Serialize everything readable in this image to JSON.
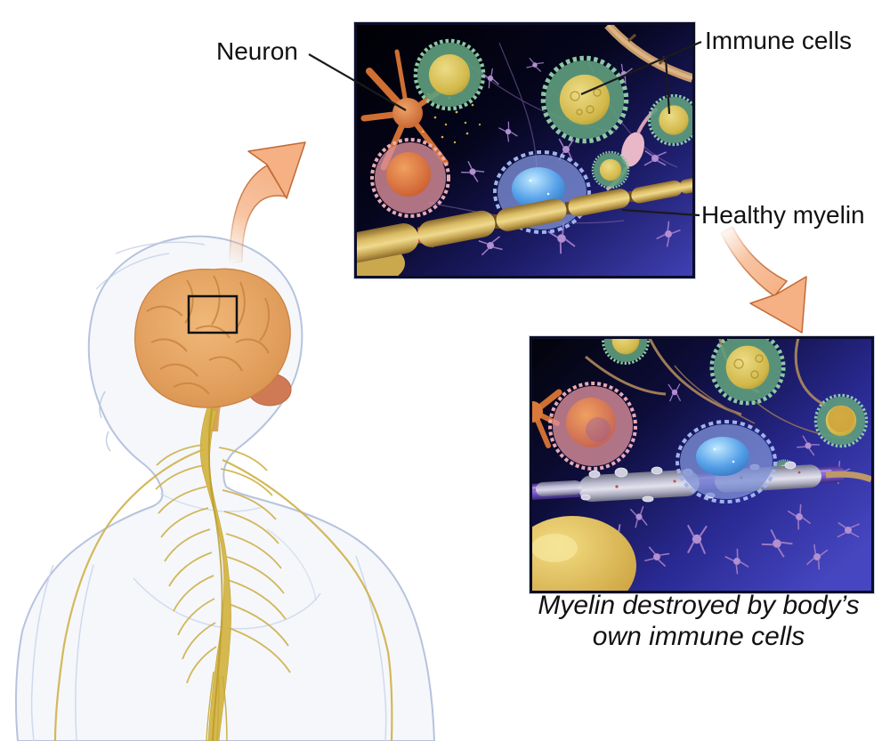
{
  "labels": {
    "neuron": "Neuron",
    "immune_cells": "Immune cells",
    "healthy_myelin": "Healthy myelin",
    "caption_line1": "Myelin destroyed by body’s",
    "caption_line2": "own immune cells"
  },
  "icons": {
    "arrow_to_healthy_panel": "curved-arrow",
    "arrow_to_damaged_panel": "curved-arrow",
    "brain_inset_marker": "rectangle-outline"
  },
  "colors": {
    "background": "#ffffff",
    "label_text": "#111111",
    "leader_line": "#1a1a1a",
    "arrow_fill": "#f5b083",
    "arrow_outline": "#c06a35",
    "panel_border": "#0d0d26",
    "panel_halo": "#c6d2ec",
    "body_outline": "#b7c3dd",
    "brain_orange": "#e2a05f",
    "cerebellum": "#cf7a55",
    "spinal_cord_yellow": "#d4b545",
    "healthy_myelin_gold": "#d9ba62",
    "damaged_myelin_gray": "#c6c6d6",
    "exposed_axon_purple": "#8f70d8",
    "immune_cell_green": "#5f9e7d",
    "immune_cell_core_yellow": "#d2b84a",
    "microglia_blue": "#7d90d6",
    "macrophage_pink": "#d98f9b",
    "macrophage_core_orange": "#e08858",
    "neuron_orange": "#cf6f33",
    "scene_bg_dark": "#000006",
    "scene_bg_blue": "#4040b4"
  }
}
